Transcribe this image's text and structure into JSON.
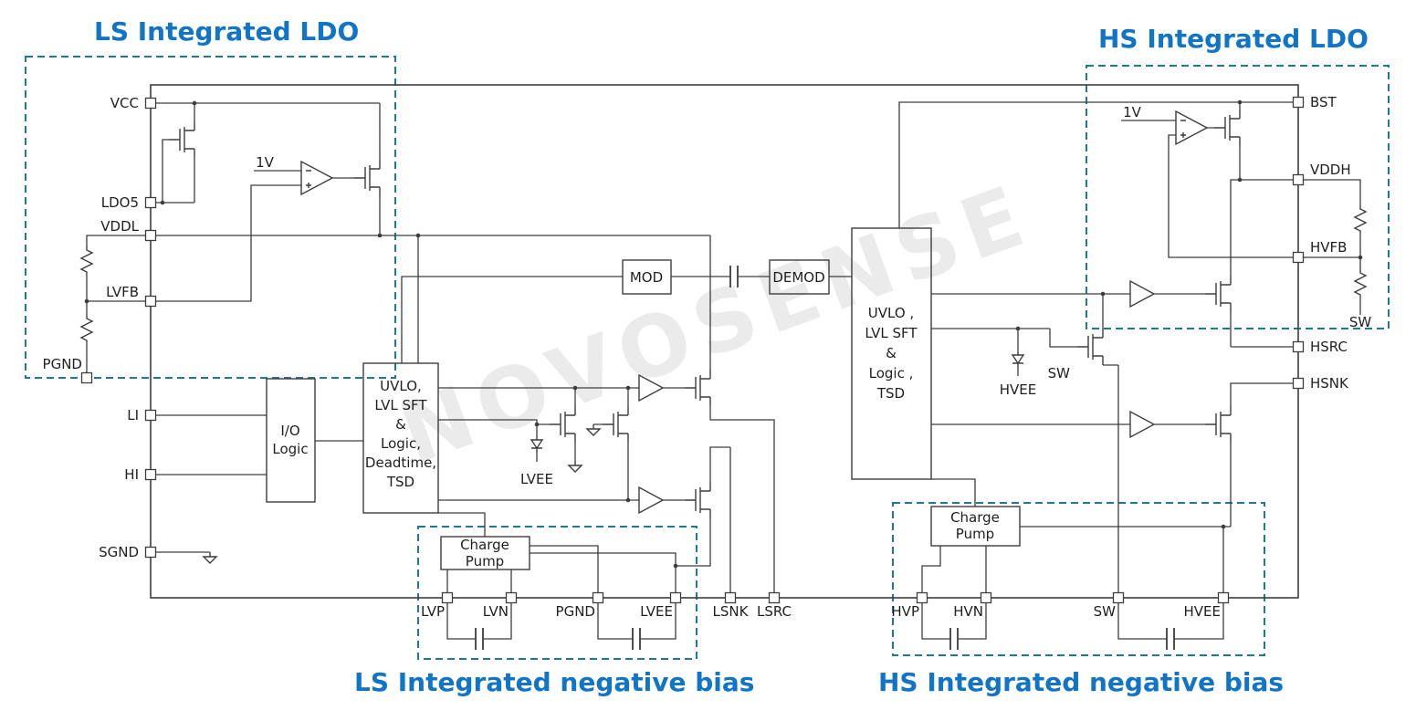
{
  "colors": {
    "title_blue": "#1274c5",
    "region_dash": "#1d7a96",
    "wire": "#3d3d3d",
    "text_ink": "#1f1f1f",
    "watermark": "#ebebeb",
    "background": "#ffffff"
  },
  "watermark_text": "NOVOSENSE",
  "titles": {
    "ls_ldo": "LS Integrated LDO",
    "hs_ldo": "HS Integrated LDO",
    "ls_neg": "LS Integrated negative bias",
    "hs_neg": "HS Integrated negative bias"
  },
  "pins_left": [
    "VCC",
    "LDO5",
    "VDDL",
    "LVFB",
    "LI",
    "HI",
    "SGND"
  ],
  "pins_right": [
    "BST",
    "VDDH",
    "HVFB",
    "HSRC",
    "HSNK"
  ],
  "pins_bottom": [
    "LVP",
    "LVN",
    "PGND",
    "LVEE",
    "LSNK",
    "LSRC",
    "HVP",
    "HVN",
    "SW",
    "HVEE"
  ],
  "blocks": {
    "io_logic": [
      "I/O",
      "Logic"
    ],
    "ls_uvlo": [
      "UVLO,",
      "LVL SFT",
      "&",
      "Logic,",
      "Deadtime,",
      "TSD"
    ],
    "mod": "MOD",
    "demod": "DEMOD",
    "hs_uvlo": [
      "UVLO ,",
      "LVL SFT",
      "&",
      "Logic ,",
      "TSD"
    ],
    "cp_ls": [
      "Charge",
      "Pump"
    ],
    "cp_hs": [
      "Charge",
      "Pump"
    ]
  },
  "refs": {
    "ls_1v": "1V",
    "hs_1v": "1V"
  },
  "ext_labels": {
    "pgnd": "PGND",
    "sw": "SW"
  },
  "internal_labels": {
    "lvee": "LVEE",
    "hvee": "HVEE",
    "sw": "SW"
  }
}
